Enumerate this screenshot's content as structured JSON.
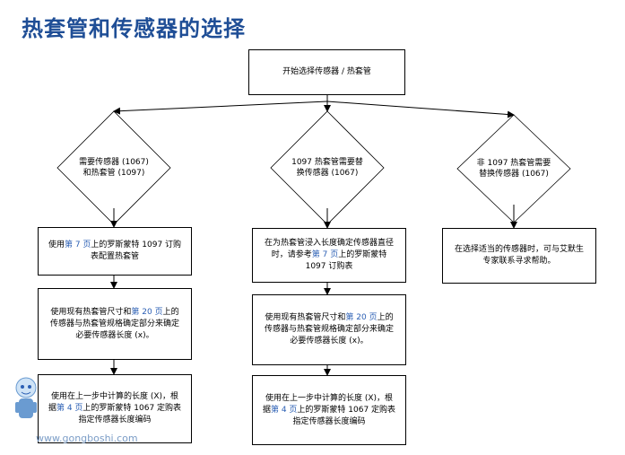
{
  "title": "热套管和传感器的选择",
  "start": "开始选择传感器 / 热套管",
  "decisions": {
    "left": {
      "line1": "需要传感器 (1067)",
      "line2": "和热套管 (1097)"
    },
    "middle": {
      "line1": "1097 热套管需要替",
      "line2": "换传感器 (1067)"
    },
    "right": {
      "line1": "非 1097 热套管需要",
      "line2": "替换传感器 (1067)"
    }
  },
  "left_steps": {
    "s1": {
      "a": "使用",
      "hl": "第 7 页",
      "b": "上的罗斯蒙特 1097 订购表配置热套管"
    },
    "s2": {
      "a": "使用现有热套管尺寸和",
      "hl": "第 20 页",
      "b": "上的传感器与热套管规格确定部分来确定必要传感器长度 (x)。"
    },
    "s3": {
      "a": "使用在上一步中计算的长度 (X)，根据",
      "hl": "第 4 页",
      "b": "上的罗斯蒙特 1067 定购表指定传感器长度编码"
    }
  },
  "middle_steps": {
    "s1": {
      "a": "在为热套管浸入长度确定传感器直径时，请参考",
      "hl": "第 7 页",
      "b": "上的罗斯蒙特 1097 订购表"
    },
    "s2": {
      "a": "使用现有热套管尺寸和",
      "hl": "第 20 页",
      "b": "上的传感器与热套管规格确定部分来确定必要传感器长度 (x)。"
    },
    "s3": {
      "a": "使用在上一步中计算的长度 (X)，根据",
      "hl": "第 4 页",
      "b": "上的罗斯蒙特 1067 定购表指定传感器长度编码"
    }
  },
  "right_step": "在选择适当的传感器时，可与艾默生专家联系寻求帮助。",
  "watermark": "www.gongboshi.com"
}
